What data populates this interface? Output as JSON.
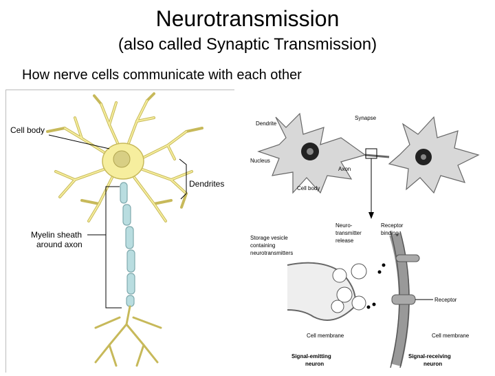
{
  "slide": {
    "title": "Neurotransmission",
    "subtitle": "(also called Synaptic Transmission)",
    "intro": "How nerve cells communicate with each other"
  },
  "left_figure": {
    "labels": {
      "cell_body": "Cell body",
      "dendrites": "Dendrites",
      "myelin_line1": "Myelin sheath",
      "myelin_line2": "around axon"
    }
  },
  "right_figure": {
    "labels": {
      "dendrite": "Dendrite",
      "synapse": "Synapse",
      "nucleus": "Nucleus",
      "axon": "Axon",
      "cell_body": "Cell body",
      "storage_line1": "Storage vesicle",
      "storage_line2": "containing",
      "storage_line3": "neurotransmitters",
      "nt_line1": "Neuro-",
      "nt_line2": "transmitter",
      "nt_line3": "release",
      "rb_line1": "Receptor",
      "rb_line2": "binding",
      "receptor": "Receptor",
      "cell_membrane_left": "Cell membrane",
      "cell_membrane_right": "Cell membrane",
      "emitting_line1": "Signal-emitting",
      "emitting_line2": "neuron",
      "receiving_line1": "Signal-receiving",
      "receiving_line2": "neuron"
    }
  },
  "colors": {
    "neuron_fill": "#f6ee9e",
    "neuron_stroke": "#c7b95a",
    "myelin": "#b9dde0",
    "gray_cell": "#d8d8d8"
  }
}
